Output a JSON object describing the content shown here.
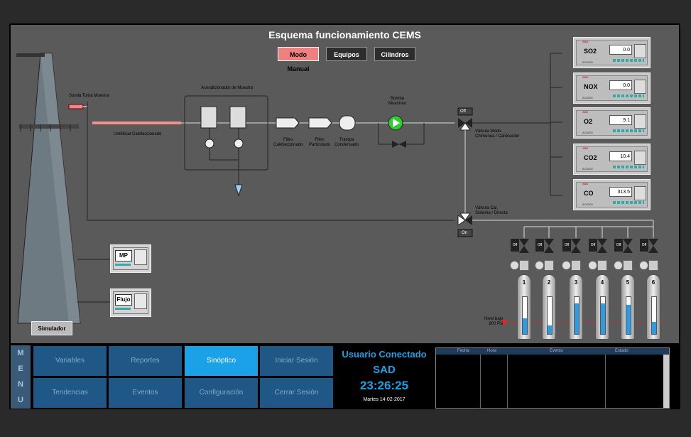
{
  "title": "Esquema funcionamiento CEMS",
  "buttons": {
    "manual": "Modo Manual",
    "equipos": "Equipos",
    "cilindros": "Cilindros"
  },
  "labels": {
    "sonda": "Sonda Toma Muestra",
    "umbilical": "Umbilical Calefaccionado",
    "acondicionador": "Acondicionador de Muestra",
    "filtro_cal": "Filtro\nCalefaccionado",
    "filtro_part": "Filtro\nParticulado",
    "trampa": "Trampa\nCondensado",
    "bomba": "Bomba\nMuestreo",
    "valvula_modo": "Válvula Modo\nChimenea / Calibración",
    "valvula_cal": "Válvula Cal.\nSistema / Directa",
    "off_top": "Off",
    "on_bottom": "On",
    "nivel": "Nivel bajo\n800 Psi",
    "simulador": "Simulador"
  },
  "analyzers": [
    {
      "gas": "SO2",
      "value": "0.0"
    },
    {
      "gas": "NOX",
      "value": "0.0"
    },
    {
      "gas": "O2",
      "value": "9.1"
    },
    {
      "gas": "CO2",
      "value": "10.4"
    },
    {
      "gas": "CO",
      "value": "313.5"
    }
  ],
  "analyzer_brand": "ABB",
  "analyzer_model": "AO2000",
  "meters": [
    {
      "name": "MP"
    },
    {
      "name": "Flujo"
    }
  ],
  "cylinders": [
    {
      "num": "1",
      "level": 0.45,
      "valve": "Off"
    },
    {
      "num": "2",
      "level": 0.25,
      "valve": "Off"
    },
    {
      "num": "3",
      "level": 0.9,
      "valve": "Off"
    },
    {
      "num": "4",
      "level": 0.9,
      "valve": "Off"
    },
    {
      "num": "5",
      "level": 0.85,
      "valve": "Off"
    },
    {
      "num": "6",
      "level": 0.35,
      "valve": "Off"
    }
  ],
  "menu": {
    "letters": [
      "M",
      "E",
      "N",
      "U"
    ],
    "items": [
      {
        "label": "Variables"
      },
      {
        "label": "Reportes"
      },
      {
        "label": "Sinóptico"
      },
      {
        "label": "Iniciar Sesión"
      },
      {
        "label": "Tendencias"
      },
      {
        "label": "Eventos"
      },
      {
        "label": "Configuración"
      },
      {
        "label": "Cerrar Sesión"
      }
    ]
  },
  "user": {
    "heading": "Usuario Conectado",
    "name": "SAD",
    "time": "23:26:25",
    "date": "Martes 14-02-2017"
  },
  "events": {
    "headers": [
      "Fecha",
      "Hora",
      "Evento",
      "Estado"
    ]
  },
  "colors": {
    "accent": "#1aa1e8",
    "nav": "#1f5886",
    "manual": "#f08080",
    "panel": "#5a5a5a"
  }
}
